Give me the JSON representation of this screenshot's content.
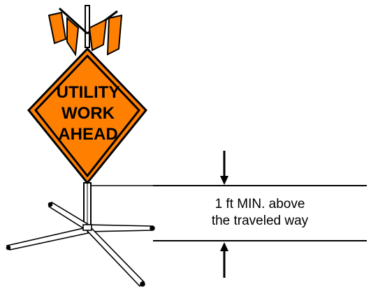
{
  "sign": {
    "line1": "UTILITY",
    "line2": "WORK",
    "line3": "AHEAD",
    "color": "#ff8000",
    "flag_color": "#ff8000",
    "border_color": "#000000"
  },
  "clearance": {
    "line1": "1 ft MIN. above",
    "line2": "the traveled way"
  }
}
